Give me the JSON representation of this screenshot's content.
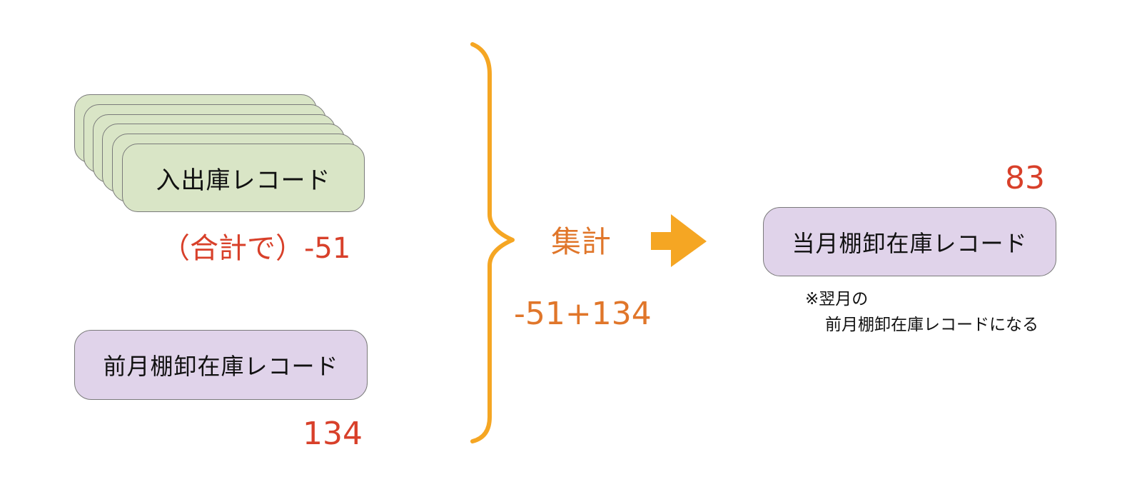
{
  "inout_record": {
    "label": "入出庫レコード",
    "total_prefix": "（合計で）",
    "total_value": "-51"
  },
  "prev_month_record": {
    "label": "前月棚卸在庫レコード",
    "value": "134"
  },
  "aggregate": {
    "label": "集計",
    "formula": "-51+134"
  },
  "current_month_record": {
    "label": "当月棚卸在庫レコード",
    "value": "83",
    "note_line1": "※翌月の",
    "note_line2": "前月棚卸在庫レコードになる"
  },
  "colors": {
    "bracket": "#f5a623",
    "arrow": "#f5a623",
    "value_red": "#d8402a",
    "text_orange": "#e0762a",
    "card_green": "#d9e5c6",
    "card_purple": "#e0d3ea"
  },
  "icons": {
    "bracket": "right-curly-brace-icon",
    "arrow": "right-arrow-icon"
  }
}
